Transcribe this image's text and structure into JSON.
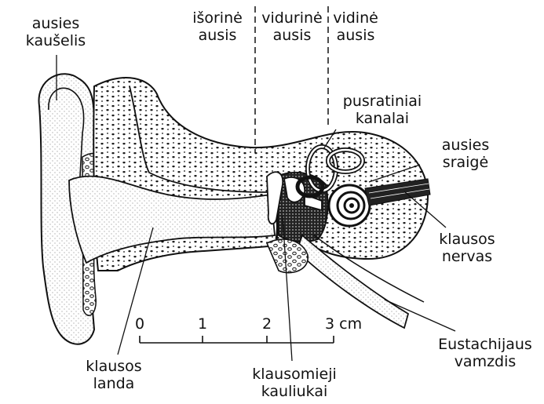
{
  "regions": {
    "outer": [
      "išorinė",
      "ausis"
    ],
    "middle": [
      "vidurinė",
      "ausis"
    ],
    "inner": [
      "vidinė",
      "ausis"
    ]
  },
  "labels": {
    "auricle": [
      "ausies",
      "kaušelis"
    ],
    "canals": [
      "pusratiniai",
      "kanalai"
    ],
    "cochlea": [
      "ausies",
      "sraigė"
    ],
    "nerve": [
      "klausos",
      "nervas"
    ],
    "ear_canal": [
      "klausos",
      "landa"
    ],
    "ossicles": [
      "klausomieji",
      "kauliukai"
    ],
    "eustachian": [
      "Eustachijaus",
      "vamzdis"
    ]
  },
  "scale": {
    "ticks": [
      "0",
      "1",
      "2",
      "3 cm"
    ]
  }
}
